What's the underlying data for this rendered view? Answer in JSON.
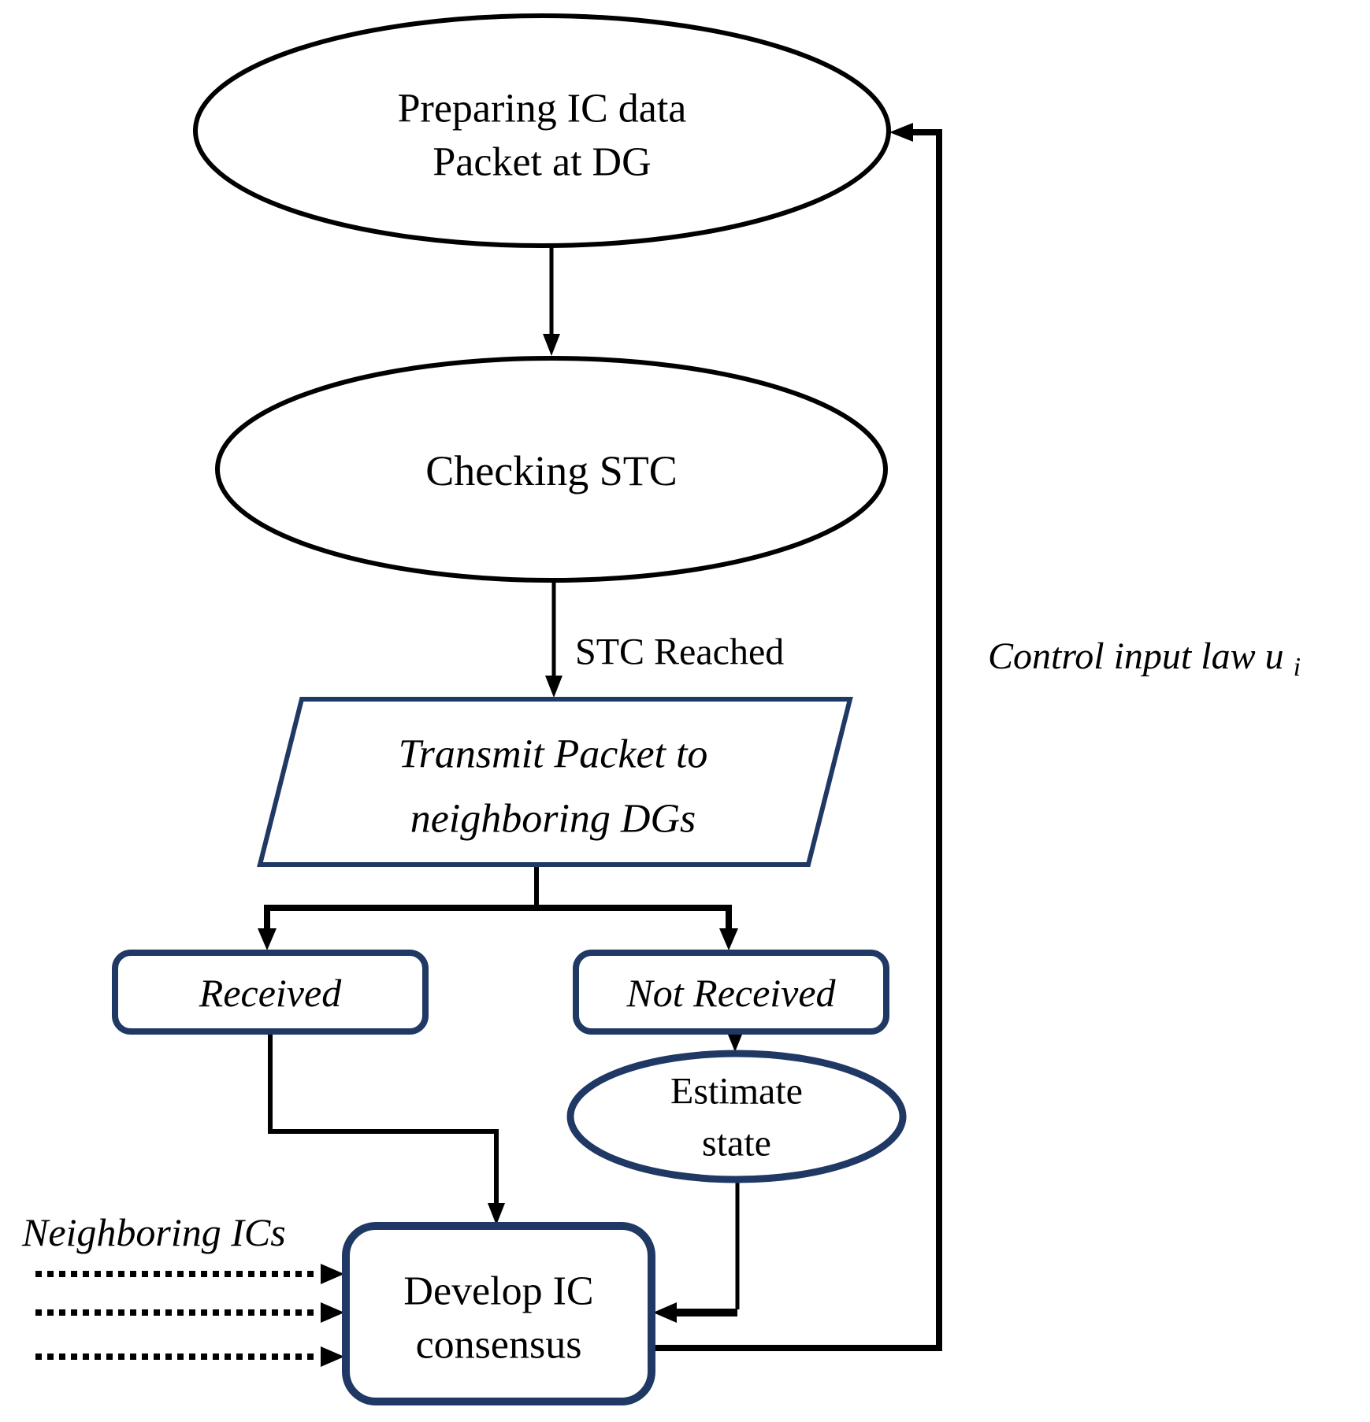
{
  "diagram": {
    "title_hint": "IC data packet consensus flowchart",
    "colors": {
      "navy": "#1f3864",
      "line": "#000000",
      "background": "#ffffff"
    },
    "nodes": {
      "prepare": {
        "type": "ellipse",
        "lines": [
          "Preparing IC data",
          "Packet at DG"
        ]
      },
      "check_stc": {
        "type": "ellipse",
        "label": "Checking STC"
      },
      "transmit": {
        "type": "parallelogram",
        "lines": [
          "Transmit Packet to",
          "neighboring DGs"
        ]
      },
      "received": {
        "type": "rounded-rect",
        "label": "Received"
      },
      "not_received": {
        "type": "rounded-rect",
        "label": "Not Received"
      },
      "estimate": {
        "type": "ellipse",
        "lines": [
          "Estimate",
          "state"
        ]
      },
      "develop": {
        "type": "rounded-rect",
        "lines": [
          "Develop IC",
          "consensus"
        ]
      }
    },
    "edge_labels": {
      "stc_reached": "STC Reached",
      "control_input_law": {
        "text": "Control input law u",
        "subscript": "i"
      },
      "neighboring_ics": "Neighboring ICs"
    }
  }
}
